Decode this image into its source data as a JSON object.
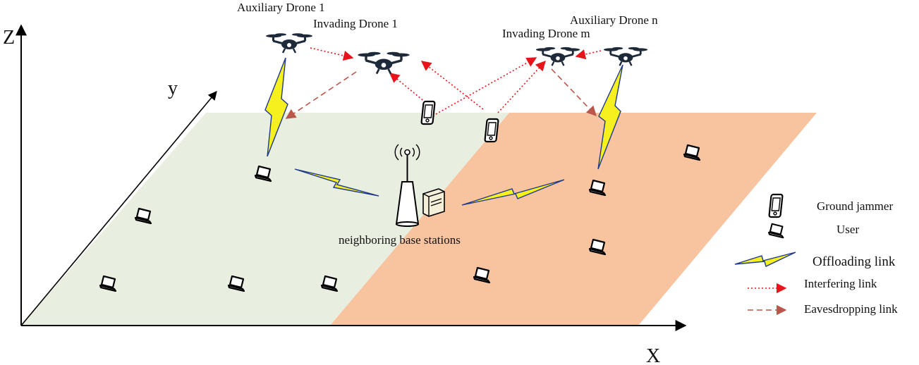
{
  "axes": {
    "x_label": "X",
    "y_label": "y",
    "z_label": "Z"
  },
  "drones": {
    "auxiliary_1": "Auxiliary Drone 1",
    "invading_1": "Invading Drone 1",
    "invading_m": "Invading Drone m",
    "auxiliary_n": "Auxiliary Drone n"
  },
  "base_station": {
    "label": "neighboring base stations"
  },
  "legend": {
    "ground_jammer": "Ground jammer",
    "user": "User",
    "offloading_link": "Offloading link",
    "interfering_link": "Interfering link",
    "eavesdropping_link": "Eavesdropping link"
  },
  "colors": {
    "left_region": "#e9efe0",
    "right_region": "#f8c4a0",
    "interfering": "#e8141c",
    "eavesdropping": "#b9574c",
    "offloading_fill": "#f5f01e",
    "offloading_edge": "#1f3a8a",
    "drone": "#1e2a3a"
  }
}
